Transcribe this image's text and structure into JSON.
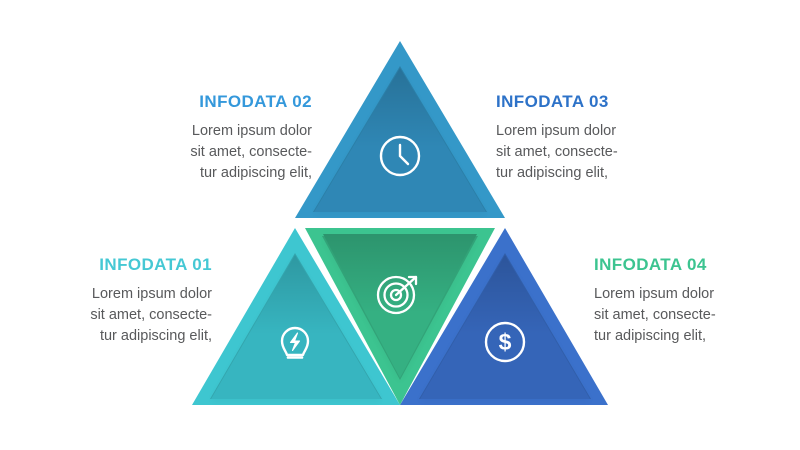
{
  "diagram": {
    "type": "triangle-infographic",
    "segment_count": 4,
    "background": "#ffffff"
  },
  "items": [
    {
      "id": "01",
      "title": "INFODATA 01",
      "body": "Lorem ipsum dolor\nsit amet, consecte-\ntur adipiscing elit,",
      "title_color": "#45c8d4",
      "shape_color": "#3ec6d0",
      "shape_inner_color": "#37b5c0",
      "icon": "lightbulb-bolt-icon",
      "position": "bottom-left"
    },
    {
      "id": "02",
      "title": "INFODATA 02",
      "body": "Lorem ipsum dolor\nsit amet, consecte-\ntur adipiscing elit,",
      "title_color": "#3498db",
      "shape_color": "#3498c8",
      "shape_inner_color": "#2f87b5",
      "icon": "clock-icon",
      "position": "top-left"
    },
    {
      "id": "03",
      "title": "INFODATA 03",
      "body": "Lorem ipsum dolor\nsit amet, consecte-\ntur adipiscing elit,",
      "title_color": "#2d72c8",
      "shape_color": "#3498c8",
      "shape_inner_color": "#2f87b5",
      "icon": "clock-icon",
      "position": "top-right"
    },
    {
      "id": "04",
      "title": "INFODATA 04",
      "body": "Lorem ipsum dolor\nsit amet, consecte-\ntur adipiscing elit,",
      "title_color": "#3cc490",
      "shape_color": "#3b71cb",
      "shape_inner_color": "#3565b8",
      "icon": "dollar-circle-icon",
      "position": "bottom-right"
    }
  ],
  "center": {
    "shape_color": "#3cc490",
    "shape_inner_color": "#35b082",
    "icon": "target-arrow-icon"
  },
  "colors": {
    "body_text": "#58595b",
    "icon": "#ffffff",
    "gap": "#ffffff"
  }
}
